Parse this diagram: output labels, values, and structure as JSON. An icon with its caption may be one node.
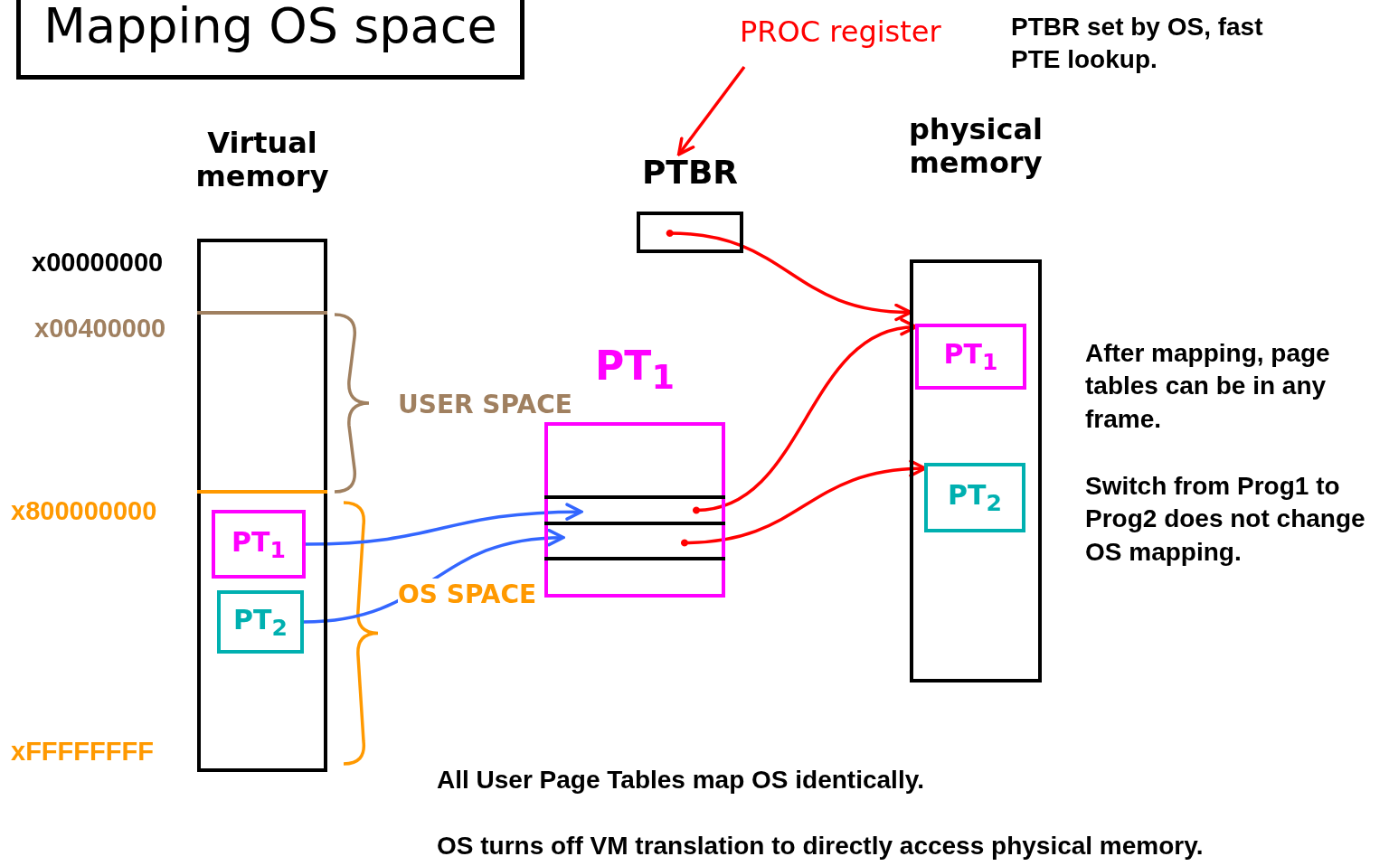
{
  "diagram": {
    "title": "Mapping OS space",
    "nodes": [
      {
        "text": [
          "Virtual memory"
        ]
      },
      {
        "text": [
          "PT$_{1}$"
        ],
        "in": 0
      },
      {
        "text": [
          "PT$_{2}$"
        ],
        "in": 0
      },
      {
        "text": [
          "PROC register"
        ]
      },
      {
        "text": [
          "PTBR"
        ]
      },
      {
        "text": [
          "PT$_{1}$"
        ]
      },
      {
        "text": [],
        "shape": "box",
        "in": 5
      },
      {
        "text": [],
        "shape": "box",
        "in": 5
      },
      {
        "text": [
          "physical memory"
        ]
      },
      {
        "text": [
          "PT$_{1}$"
        ],
        "in": 8
      },
      {
        "text": [
          "PT$_{2}$"
        ],
        "in": 8
      }
    ],
    "edges": [
      {
        "from": 3,
        "to": 4,
        "arrow": "to"
      },
      {
        "from": 4,
        "to": 8,
        "arrow": "to"
      },
      {
        "from": 1,
        "to": 6,
        "arrow": "to",
        "color": "#3366ff"
      },
      {
        "from": 2,
        "to": 7,
        "arrow": "to",
        "color": "#3366ff"
      },
      {
        "from": 6,
        "to": 9,
        "arrow": "to"
      },
      {
        "from": 7,
        "to": 10,
        "arrow": "to"
      }
    ],
    "labels": [
      "PTBR set by OS, fast PTE lookup.",
      "x00000000",
      "x00400000",
      "USER SPACE",
      "x800000000",
      "OS SPACE",
      "After mapping, page tables can be in any frame.",
      "Switch from Prog1 to Prog2 does not change OS mapping.",
      "xFFFFFFFF",
      "All User Page Tables map OS identically.",
      "OS turns off VM translation to directly access physical memory."
    ]
  }
}
